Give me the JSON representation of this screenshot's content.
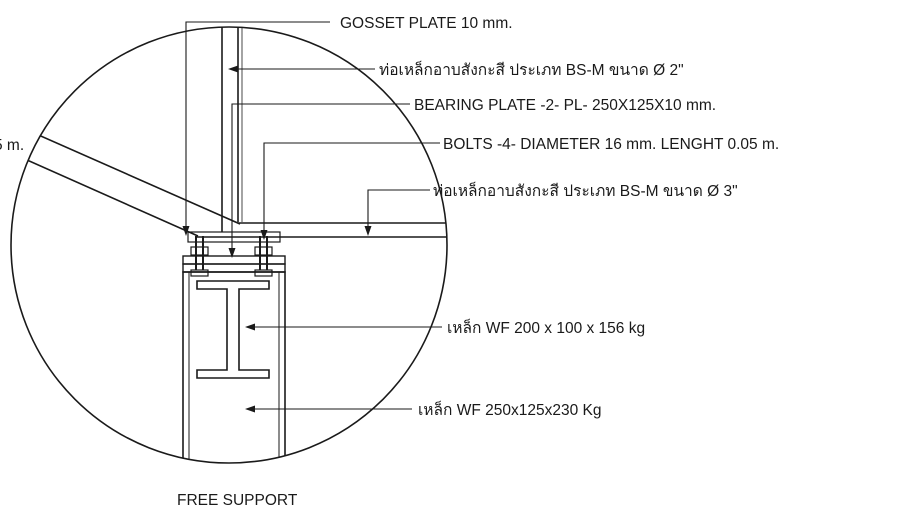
{
  "labels": {
    "gusset_plate": "GOSSET PLATE 10 mm.",
    "pipe_top": "ท่อเหล็กอาบสังกะสี ประเภท BS-M ขนาด Ø 2\"",
    "bearing_plate": "BEARING PLATE -2- PL- 250X125X10 mm.",
    "bolts": "BOLTS -4- DIAMETER 16 mm. LENGHT  0.05 m.",
    "pipe_side": "ท่อเหล็กอาบสังกะสี ประเภท BS-M ขนาด Ø 3\"",
    "wf_small": "เหล็ก WF 200 x 100 x 156 kg",
    "wf_large": "เหล็ก WF   250x125x230 Kg",
    "left_fragment": "5 m."
  },
  "caption": "FREE SUPPORT"
}
